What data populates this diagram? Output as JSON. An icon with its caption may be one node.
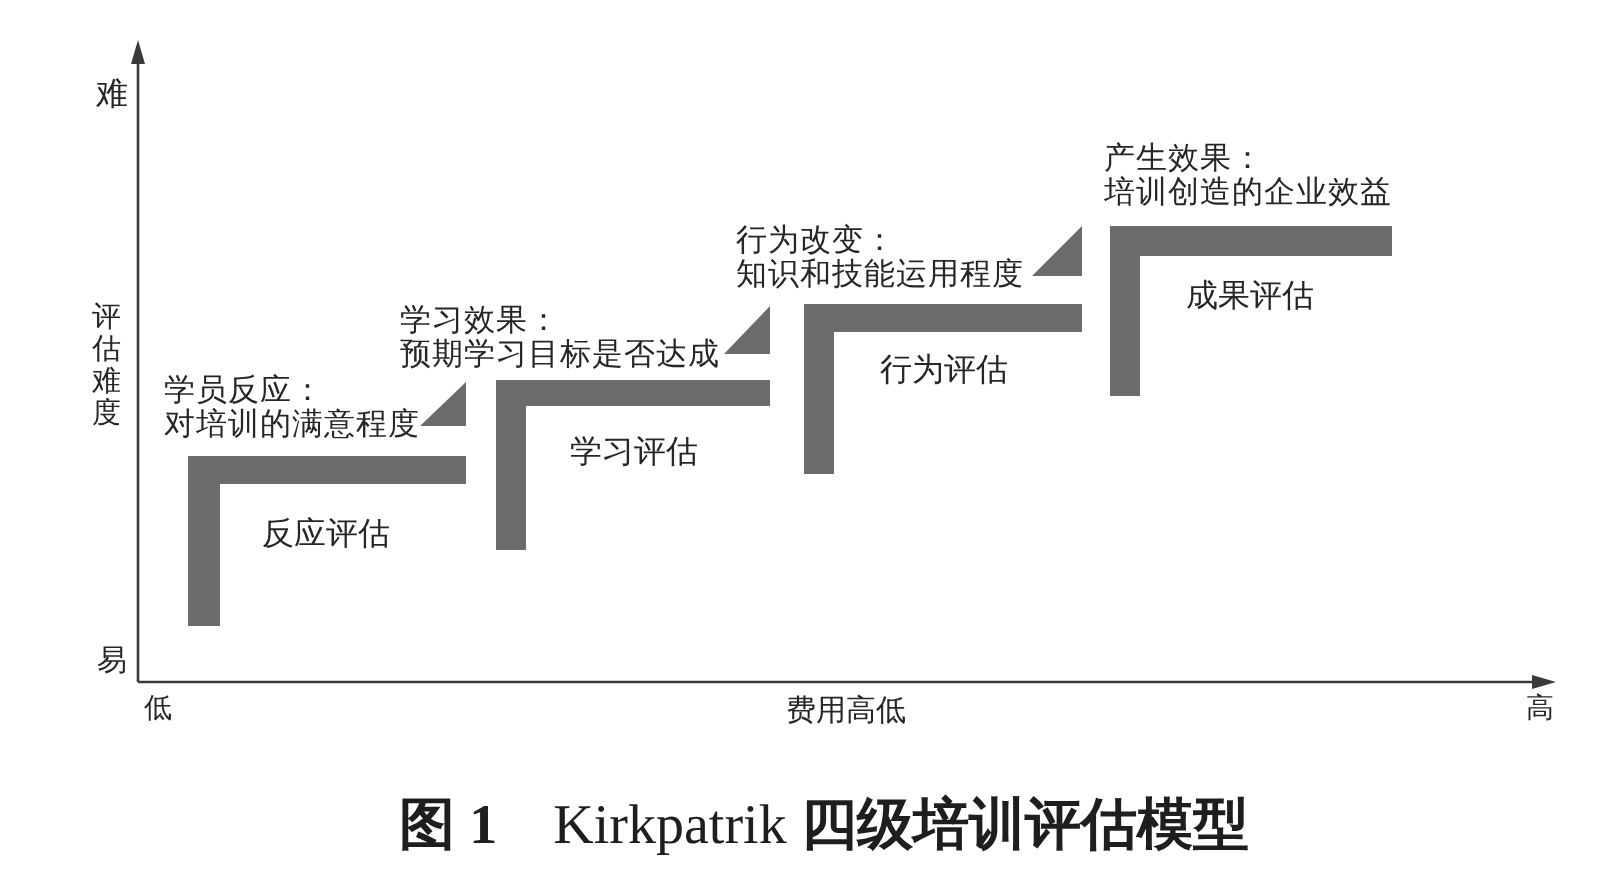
{
  "diagram": {
    "caption": "**图 1**　Kirkpatrik **四级培训评估模型**",
    "nodes": [
      {
        "text": [
          "反应评估"
        ],
        "beside": [
          "学员反应：",
          "对培训的满意程度"
        ]
      },
      {
        "text": [
          "学习评估"
        ],
        "beside": [
          "学习效果：",
          "预期学习目标是否达成"
        ]
      },
      {
        "text": [
          "行为评估"
        ],
        "beside": [
          "行为改变：",
          "知识和技能运用程度"
        ]
      },
      {
        "text": [
          "成果评估"
        ],
        "beside": [
          "产生效果：",
          "培训创造的企业效益"
        ]
      }
    ],
    "labels": [
      "难",
      "评估难度",
      "易",
      "低",
      "费用高低",
      "高"
    ]
  }
}
